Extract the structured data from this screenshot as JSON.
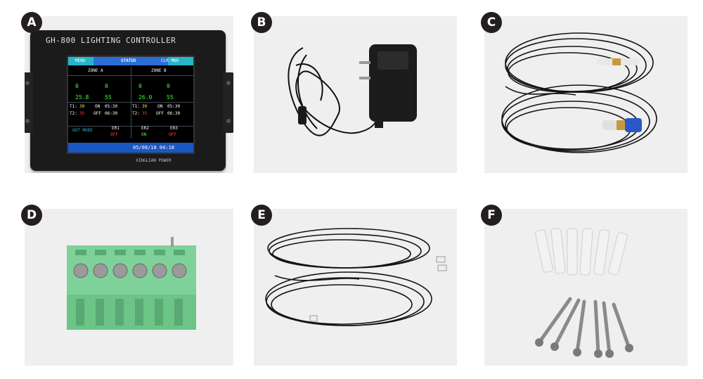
{
  "panels": [
    {
      "id": "A",
      "badge": "A"
    },
    {
      "id": "B",
      "badge": "B"
    },
    {
      "id": "C",
      "badge": "C"
    },
    {
      "id": "D",
      "badge": "D"
    },
    {
      "id": "E",
      "badge": "E"
    },
    {
      "id": "F",
      "badge": "F"
    }
  ],
  "controller": {
    "title": "GH-800 LIGHTING CONTROLLER",
    "brand": "XINGLIAN POWER",
    "screen": {
      "menu": "MENU",
      "status": "STATUS",
      "clr": "CLR MNG",
      "zone_a": "ZONE A",
      "zone_b": "ZONE B",
      "a_val1": "0",
      "a_val2": "0",
      "b_val1": "0",
      "b_val2": "0",
      "a_temp": "25.8",
      "a_rh": "55",
      "b_temp": "26.0",
      "b_rh": "55",
      "t1_label": "T1:",
      "t1": "30",
      "on_label_a": "ON",
      "on_a": "05:30",
      "t2_label": "T2:",
      "t2": "35",
      "off_label_a": "OFF",
      "off_a": "06:30",
      "t1b_label": "T1:",
      "t1b": "30",
      "on_label_b": "ON",
      "on_b": "05:30",
      "t2b_label": "T2:",
      "t2b": "35",
      "off_label_b": "OFF",
      "off_b": "06:30",
      "mode": "OUT MODE",
      "er1_label": "ER1",
      "er1": "OFF",
      "er2_label": "ER2",
      "er2": "ON",
      "er3_label": "ER3",
      "er3": "OFF",
      "datetime": "05/08/18 04:18"
    }
  }
}
